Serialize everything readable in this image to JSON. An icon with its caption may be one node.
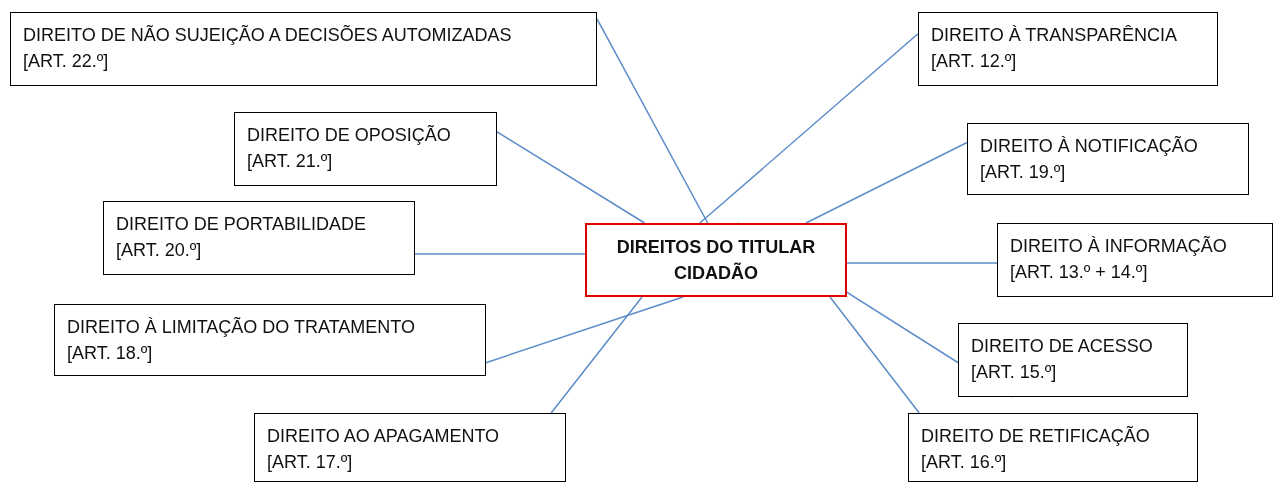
{
  "diagram": {
    "nodes": [
      {
        "text": [
          "DIREITOS DO TITULAR CIDADÃO"
        ]
      },
      {
        "text": [
          "DIREITO DE NÃO SUJEIÇÃO A DECISÕES AUTOMIZADAS",
          "[ART. 22.º]"
        ]
      },
      {
        "text": [
          "DIREITO À TRANSPARÊNCIA",
          "[ART. 12.º]"
        ]
      },
      {
        "text": [
          "DIREITO DE OPOSIÇÃO",
          "[ART. 21.º]"
        ]
      },
      {
        "text": [
          "DIREITO À NOTIFICAÇÃO",
          "[ART. 19.º]"
        ]
      },
      {
        "text": [
          "DIREITO DE PORTABILIDADE",
          "[ART. 20.º]"
        ]
      },
      {
        "text": [
          "DIREITO À INFORMAÇÃO",
          "[ART. 13.º + 14.º]"
        ]
      },
      {
        "text": [
          "DIREITO À LIMITAÇÃO DO TRATAMENTO",
          "[ART. 18.º]"
        ]
      },
      {
        "text": [
          "DIREITO DE ACESSO",
          "[ART. 15.º]"
        ]
      },
      {
        "text": [
          "DIREITO AO APAGAMENTO",
          "[ART. 17.º]"
        ]
      },
      {
        "text": [
          "DIREITO DE RETIFICAÇÃO",
          "[ART. 16.º]"
        ]
      }
    ],
    "edges": [
      {
        "from": 0,
        "to": 1,
        "arrow": "none"
      },
      {
        "from": 0,
        "to": 2,
        "arrow": "none"
      },
      {
        "from": 0,
        "to": 3,
        "arrow": "none"
      },
      {
        "from": 0,
        "to": 4,
        "arrow": "none"
      },
      {
        "from": 0,
        "to": 5,
        "arrow": "none"
      },
      {
        "from": 0,
        "to": 6,
        "arrow": "none"
      },
      {
        "from": 0,
        "to": 7,
        "arrow": "none"
      },
      {
        "from": 0,
        "to": 8,
        "arrow": "none"
      },
      {
        "from": 0,
        "to": 9,
        "arrow": "none"
      },
      {
        "from": 0,
        "to": 10,
        "arrow": "none"
      }
    ]
  }
}
